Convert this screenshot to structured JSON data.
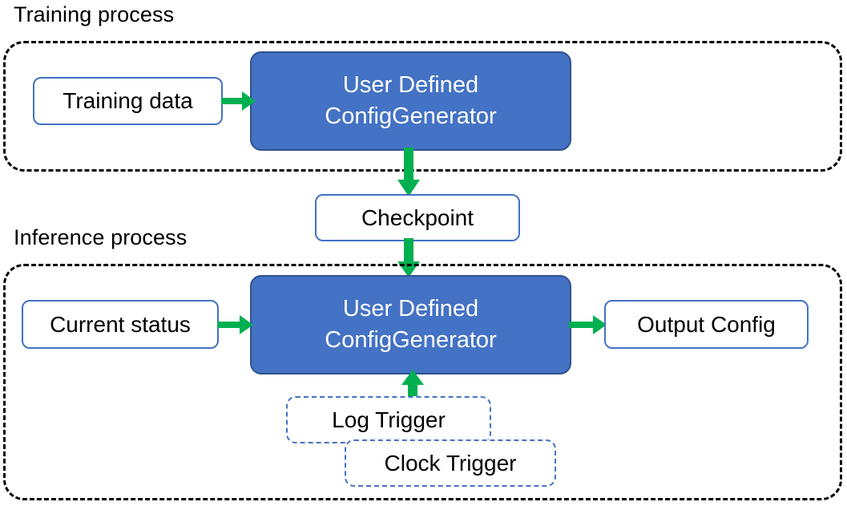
{
  "diagram": {
    "title_training": "Training process",
    "title_inference": "Inference process",
    "sections": [
      {
        "name": "training-process",
        "label": "Training process"
      },
      {
        "name": "inference-process",
        "label": "Inference process"
      }
    ],
    "nodes": {
      "training_data": "Training data",
      "proc_training_line1": "User Defined",
      "proc_training_line2": "ConfigGenerator",
      "checkpoint": "Checkpoint",
      "current_status": "Current status",
      "proc_inference_line1": "User Defined",
      "proc_inference_line2": "ConfigGenerator",
      "output_config": "Output Config",
      "log_trigger": "Log Trigger",
      "clock_trigger": "Clock Trigger"
    },
    "edges": [
      {
        "name": "training-data-to-generator",
        "from": "Training data",
        "to": "User Defined ConfigGenerator",
        "direction": "right"
      },
      {
        "name": "generator-to-checkpoint",
        "from": "User Defined ConfigGenerator",
        "to": "Checkpoint",
        "direction": "down"
      },
      {
        "name": "checkpoint-to-generator",
        "from": "Checkpoint",
        "to": "User Defined ConfigGenerator",
        "direction": "down"
      },
      {
        "name": "current-status-to-generator",
        "from": "Current status",
        "to": "User Defined ConfigGenerator",
        "direction": "right"
      },
      {
        "name": "generator-to-output-config",
        "from": "User Defined ConfigGenerator",
        "to": "Output Config",
        "direction": "right"
      },
      {
        "name": "triggers-to-generator",
        "from": "Log Trigger / Clock Trigger",
        "to": "User Defined ConfigGenerator",
        "direction": "up"
      }
    ],
    "colors": {
      "process_fill": "#4472C4",
      "process_stroke": "#2F528F",
      "box_stroke": "#4472C4",
      "arrow": "#00B050",
      "container_stroke": "#000000",
      "text_on_process": "#FFFFFF",
      "text": "#000000"
    }
  }
}
